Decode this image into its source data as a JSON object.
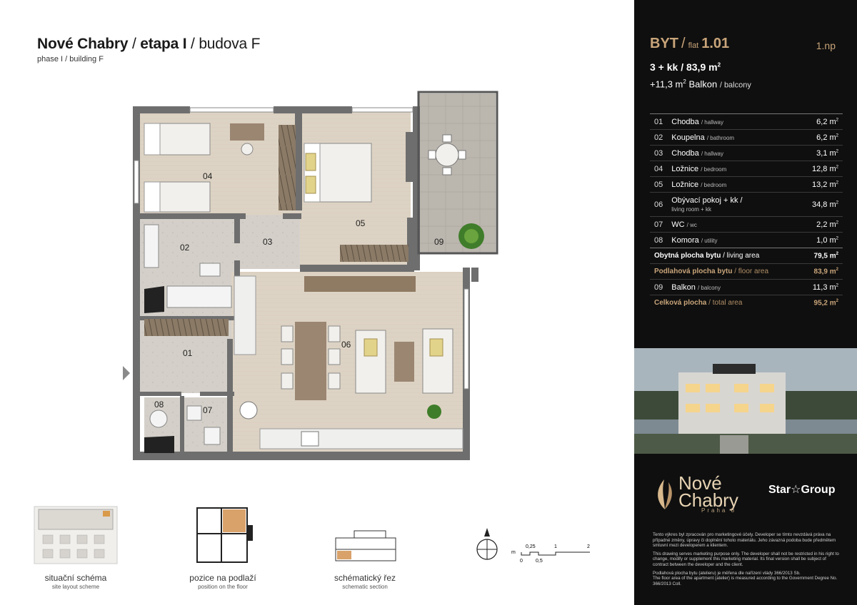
{
  "header": {
    "project": "Nové Chabry",
    "etapa": "etapa I",
    "budova": "budova F",
    "sep": "/",
    "subtitle": "phase I / building F"
  },
  "plan": {
    "rooms": {
      "r01": "01",
      "r02": "02",
      "r03": "03",
      "r04": "04",
      "r05": "05",
      "r06": "06",
      "r07": "07",
      "r08": "08",
      "r09": "09"
    },
    "colors": {
      "wall": "#6e6e6e",
      "floor_wood": "#ddd3c4",
      "floor_tile": "#d3cfc8",
      "balcony": "#bfbab2"
    }
  },
  "flat": {
    "label_cz": "BYT",
    "sep": "/",
    "label_en": "flat",
    "number": "1.01",
    "floor": "1.np",
    "type": "3 + kk / 83,9 m",
    "balcony_prefix": "+11,3 m",
    "balcony_cz": "Balkon",
    "balcony_en": "/ balcony",
    "sup2": "2"
  },
  "rooms_table": [
    {
      "no": "01",
      "cz": "Chodba",
      "en": "/ hallway",
      "area": "6,2 m"
    },
    {
      "no": "02",
      "cz": "Koupelna",
      "en": "/ bathroom",
      "area": "6,2 m"
    },
    {
      "no": "03",
      "cz": "Chodba",
      "en": "/ hallway",
      "area": "3,1 m"
    },
    {
      "no": "04",
      "cz": "Ložnice",
      "en": "/ bedroom",
      "area": "12,8 m"
    },
    {
      "no": "05",
      "cz": "Ložnice",
      "en": "/ bedroom",
      "area": "13,2 m"
    },
    {
      "no": "06",
      "cz": "Obývací pokoj + kk /",
      "en": "living room + kk",
      "area": "34,8 m"
    },
    {
      "no": "07",
      "cz": "WC",
      "en": "/ wc",
      "area": "2,2 m"
    },
    {
      "no": "08",
      "cz": "Komora",
      "en": "/ utility",
      "area": "1,0 m"
    }
  ],
  "sums": {
    "living_cz": "Obytná plocha bytu",
    "living_en": "/ living area",
    "living_area": "79,5 m",
    "floor_cz": "Podlahová plocha bytu",
    "floor_en": "/ floor area",
    "floor_area": "83,9 m",
    "balcony_no": "09",
    "balcony_cz": "Balkon",
    "balcony_en": "/ balcony",
    "balcony_area": "11,3 m",
    "total_cz": "Celková plocha",
    "total_en": "/ total area",
    "total_area": "95,2 m"
  },
  "schemes": {
    "site_cz": "situační schéma",
    "site_en": "site layout scheme",
    "pos_cz": "pozice na podlaží",
    "pos_en": "position on the floor",
    "sec_cz": "schématický řez",
    "sec_en": "schematic section"
  },
  "scale": {
    "unit": "m",
    "t0": "0",
    "t025": "0,25",
    "t05": "0,5",
    "t1": "1",
    "t2": "2"
  },
  "logo": {
    "line1": "Nové",
    "line2": "Chabry",
    "line3": "Praha 8",
    "partner_a": "Star",
    "partner_b": "Group"
  },
  "disclaimer": {
    "p1": "Tento výkres byl zpracován pro marketingové účely. Developer se tímto nevzdává práva na případné změny, úpravy či doplnění tohoto materiálu. Jeho závazná podoba bude předmětem smluvní mezi developerem a klientem.",
    "p2": "This drawing serves marketing purpose only. The developer shall not be restricted in his right to change, modify or supplement this marketing material. Its final version shall be subject of contract between the developer and the client.",
    "p3": "Podlahová plocha bytu (atelieru) je měřena dle nařízení vlády 366/2013 Sb.",
    "p4": "The floor area of the apartment (atelier) is measured according to the Government Degree No. 366/2013 Coll."
  }
}
